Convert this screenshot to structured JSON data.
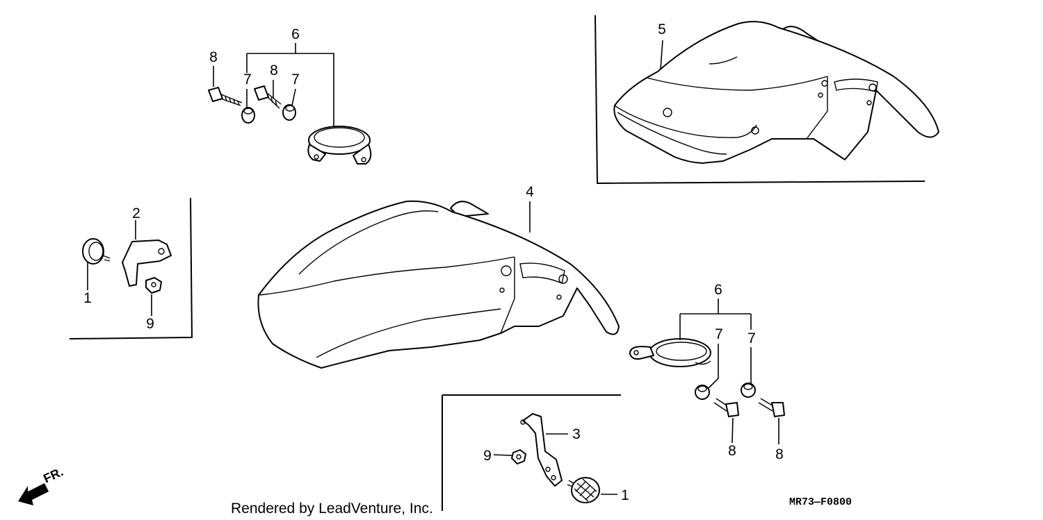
{
  "callouts": {
    "p1_left": "1",
    "p1_bottom": "1",
    "p2": "2",
    "p3": "3",
    "p4": "4",
    "p5": "5",
    "p6_top": "6",
    "p6_right": "6",
    "p7_top_a": "7",
    "p7_top_b": "7",
    "p7_right_a": "7",
    "p7_right_b": "7",
    "p8_top_a": "8",
    "p8_top_b": "8",
    "p8_right_a": "8",
    "p8_right_b": "8",
    "p9_left": "9",
    "p9_bottom": "9"
  },
  "direction_label": "FR.",
  "credit": "Rendered by LeadVenture, Inc.",
  "diagram_code": "MR73—F0800"
}
